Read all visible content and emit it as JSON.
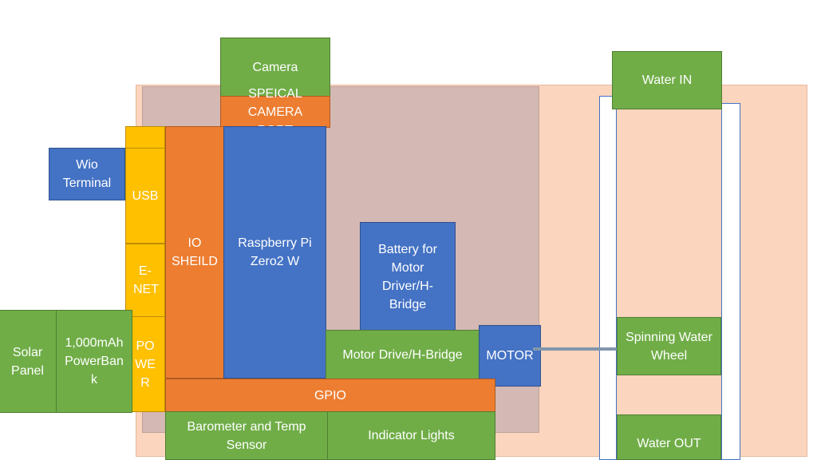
{
  "colors": {
    "green": "#70ad47",
    "orange": "#ed7d31",
    "blue": "#4472c4",
    "yellow": "#ffc000",
    "background_panel": "#fbd5bd",
    "pi_area": "#d4b8b4",
    "shaft": "#8196ac"
  },
  "components": {
    "camera": "Camera",
    "special_camera_port": "SPEICAL CAMERA PORT",
    "wio_terminal": "Wio Terminal",
    "usb": "USB",
    "enet": "E-NET",
    "power": "PO WE R",
    "io_shield": "IO SHEILD",
    "raspberry_pi": "Raspberry Pi Zero2 W",
    "battery": "Battery for Motor Driver/H-Bridge",
    "motor_drive": "Motor Drive/H-Bridge",
    "motor": "MOTOR",
    "gpio": "GPIO",
    "barometer": "Barometer and Temp Sensor",
    "indicator_lights": "Indicator Lights",
    "solar_panel": "Solar Panel",
    "powerbank": "1,000mAh PowerBan k",
    "water_in": "Water IN",
    "spinning_wheel": "Spinning Water Wheel",
    "water_out": "Water OUT"
  }
}
